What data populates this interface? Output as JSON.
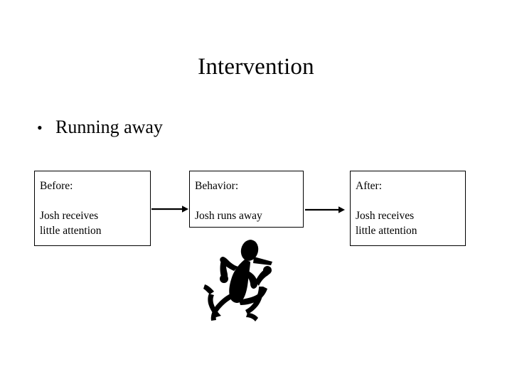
{
  "slide": {
    "title": "Intervention",
    "background_color": "#ffffff",
    "text_color": "#000000"
  },
  "bullets": [
    {
      "glyph": "•",
      "text": "Running away"
    }
  ],
  "flow": {
    "boxes": [
      {
        "id": "before",
        "heading": "Before:",
        "body": "Josh receives\nlittle attention"
      },
      {
        "id": "behavior",
        "heading": "Behavior:",
        "body": "Josh runs away"
      },
      {
        "id": "after",
        "heading": "After:",
        "body": "Josh receives\nlittle attention"
      }
    ],
    "arrows": [
      {
        "id": "arrow-1",
        "from": "before",
        "to": "behavior",
        "direction": "right"
      },
      {
        "id": "arrow-2",
        "from": "behavior",
        "to": "after",
        "direction": "right"
      }
    ],
    "border_color": "#000000",
    "arrow_color": "#000000"
  },
  "clipart": {
    "runner": {
      "name": "running-person-silhouette",
      "fill_color": "#000000",
      "description": "Black silhouette of a person running, wearing a cap"
    }
  }
}
